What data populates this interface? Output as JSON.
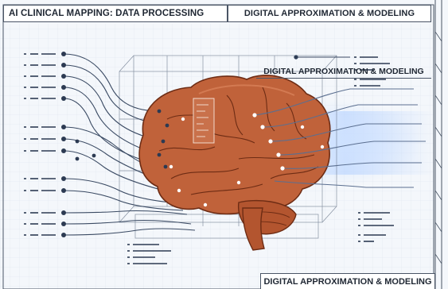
{
  "header": {
    "left_title": "AI CLINICAL MAPPING: DATA PROCESSING",
    "right_title": "DIGITAL APPROXIMATION & MODELING"
  },
  "middle": {
    "label": "DIGITAL APPROXIMATION & MODELING"
  },
  "footer": {
    "label": "DIGITAL APPROXIMATION & MODELING"
  },
  "colors": {
    "brain": "#c0623a",
    "brain_dark": "#8e3f22",
    "lines": "#3a4a63",
    "background": "#f4f7fb",
    "glow": "#9ec5ff"
  },
  "icons": {
    "brain": "brain-illustration",
    "circuit": "circuit-lines",
    "wireframe": "wireframe-cube"
  }
}
